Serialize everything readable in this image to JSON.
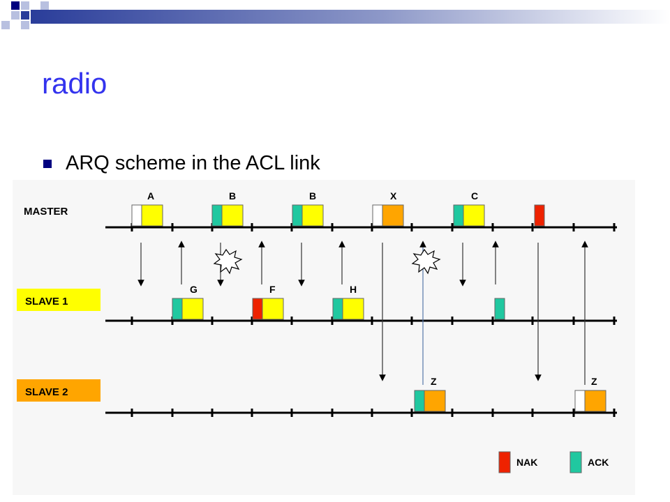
{
  "slide": {
    "title": "radio",
    "bullet": "ARQ scheme in the ACL link"
  },
  "diagram": {
    "rows": {
      "master": "MASTER",
      "slave1": "SLAVE 1",
      "slave2": "SLAVE 2"
    },
    "packets": {
      "master": [
        "A",
        "B",
        "B",
        "X",
        "C"
      ],
      "slave1": [
        "G",
        "F",
        "H"
      ],
      "slave2": [
        "Z",
        "Z"
      ]
    },
    "legend": {
      "nak": "NAK",
      "ack": "ACK"
    }
  },
  "colors": {
    "title": "#3333ee",
    "bullet": "#000080",
    "payload_yellow": "#ffff00",
    "payload_orange": "#ffa500",
    "ack": "#20c8a0",
    "nak": "#ee2200",
    "slave1_label_bg": "#ffff00",
    "slave2_label_bg": "#ffa500"
  }
}
